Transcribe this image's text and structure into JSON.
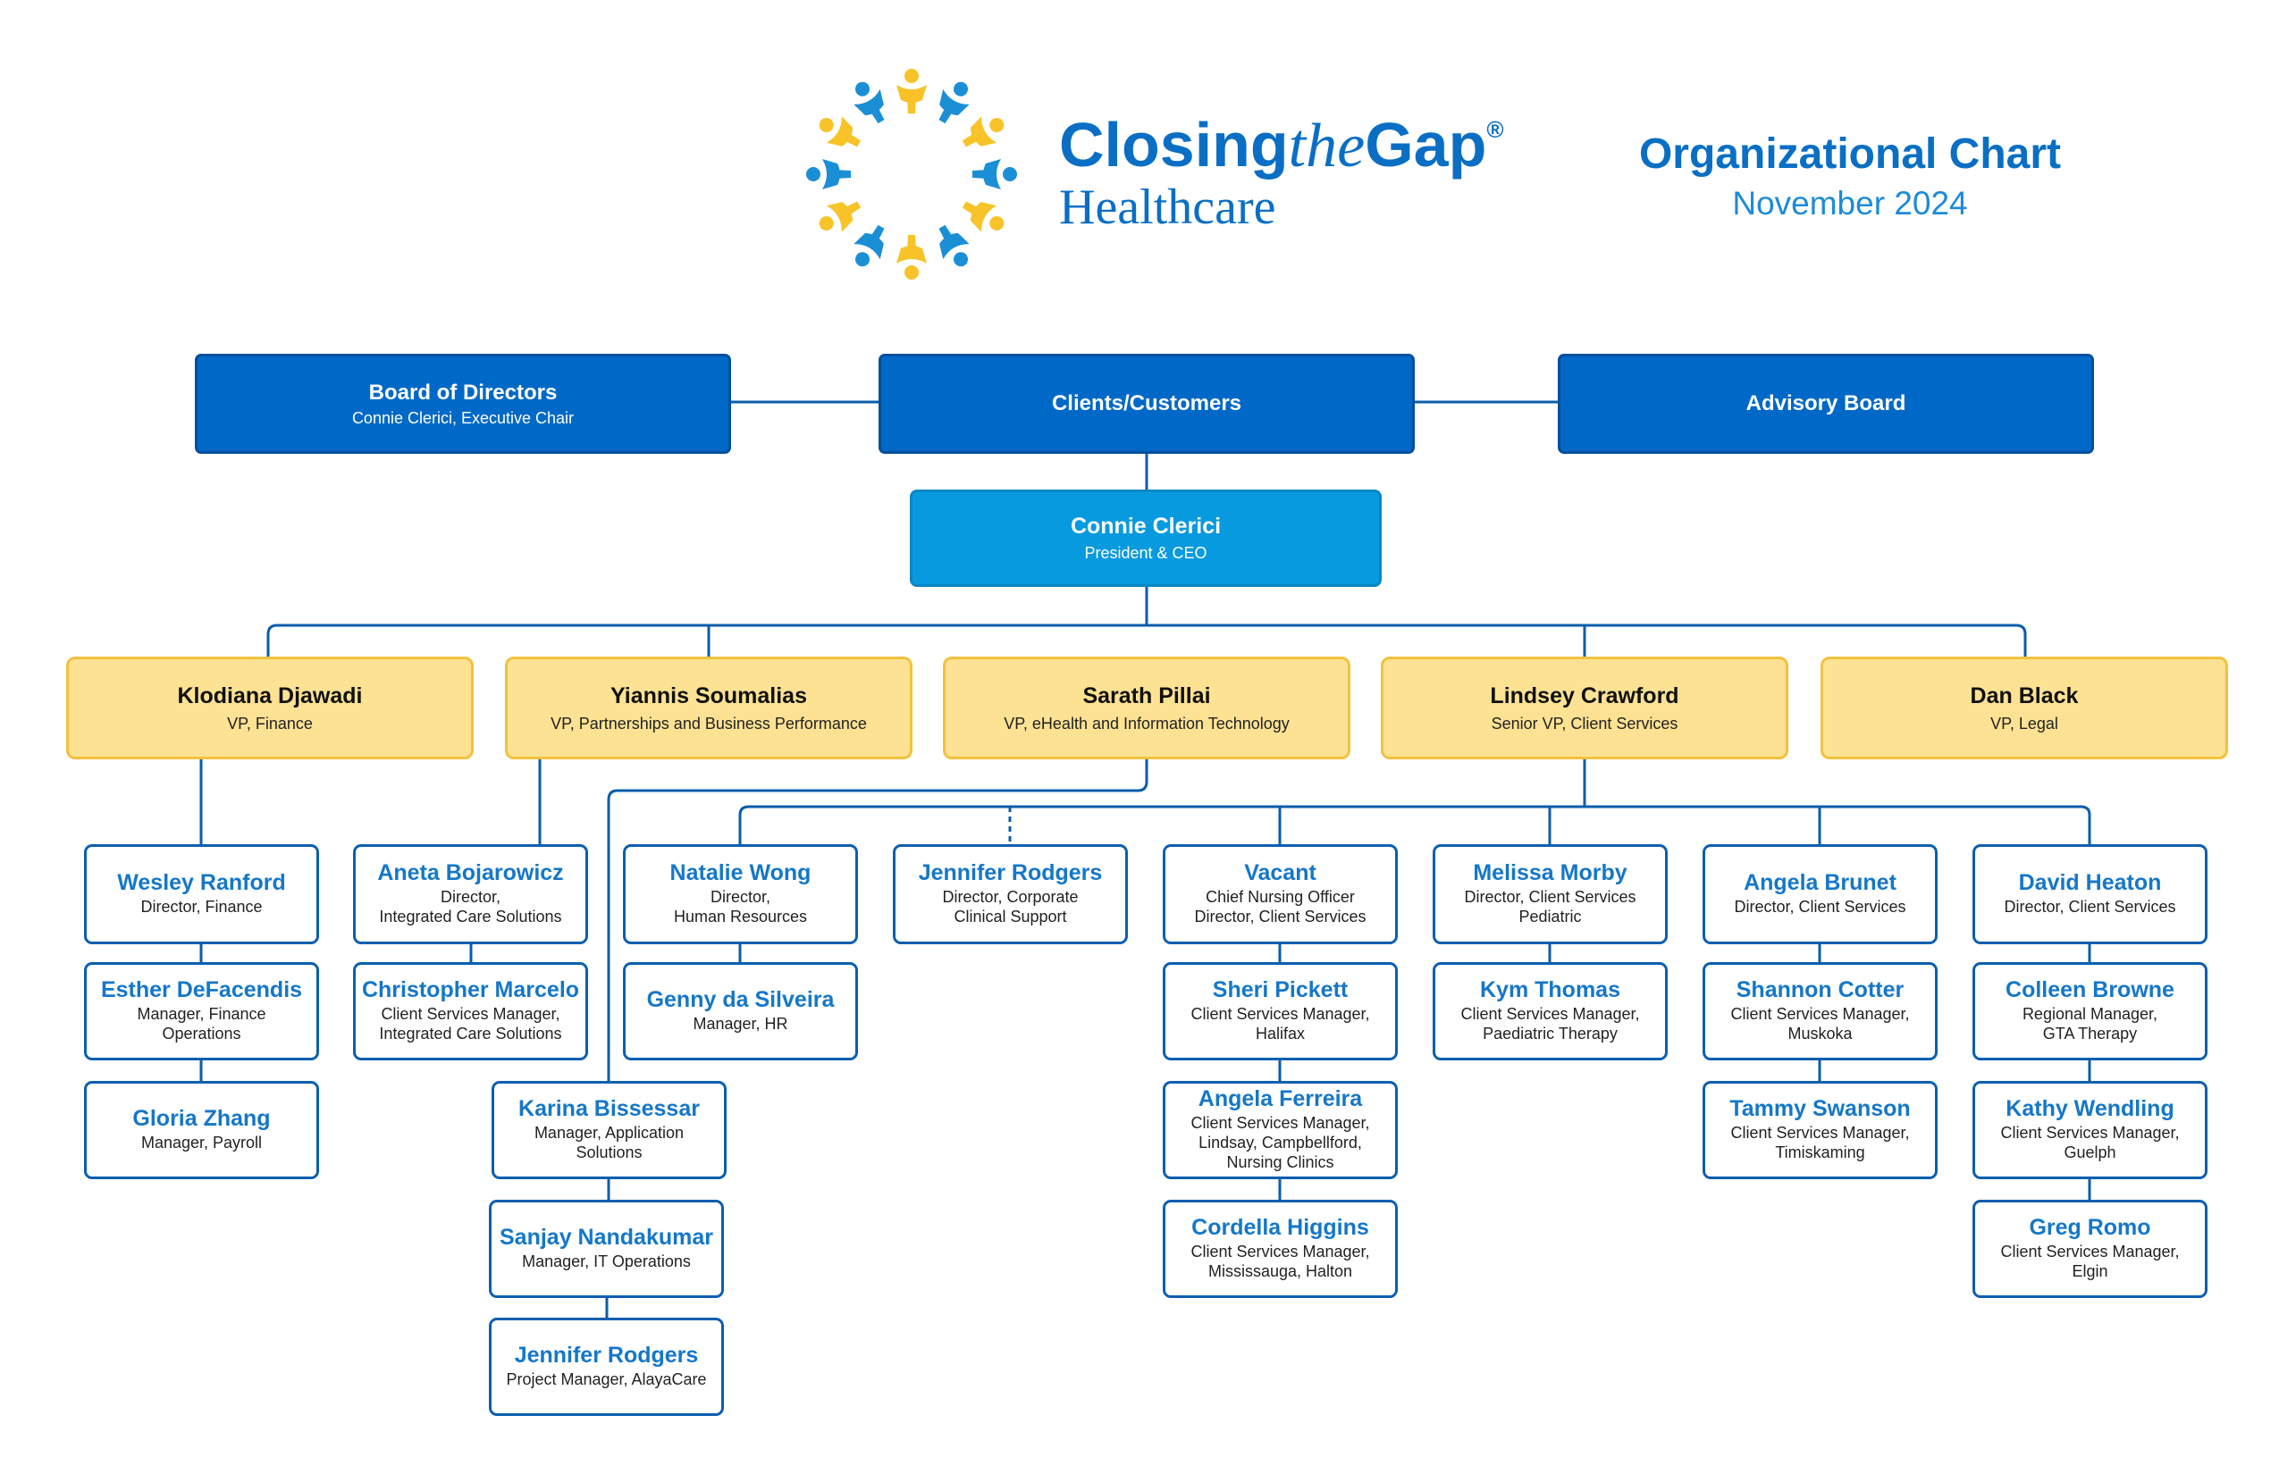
{
  "brand": {
    "name_1": "Closing",
    "name_2": "the",
    "name_3": "Gap",
    "registered": "®",
    "subtitle": "Healthcare"
  },
  "chart_title": "Organizational Chart",
  "chart_date": "November 2024",
  "colors": {
    "blue_dark": "#0069c7",
    "blue_ceo": "#079ade",
    "yellow": "#fde293",
    "yellow_border": "#f2c23e",
    "line": "#0a5dab",
    "name_text": "#1577c8",
    "logo_blue": "#1b8fd6",
    "logo_yellow": "#f7c328"
  },
  "top": {
    "board": {
      "name": "Board of Directors",
      "role": "Connie Clerici, Executive Chair"
    },
    "clients": {
      "name": "Clients/Customers"
    },
    "advisory": {
      "name": "Advisory Board"
    }
  },
  "ceo": {
    "name": "Connie Clerici",
    "role": "President & CEO"
  },
  "vps": {
    "finance": {
      "name": "Klodiana Djawadi",
      "role": "VP, Finance"
    },
    "partnerships": {
      "name": "Yiannis Soumalias",
      "role": "VP, Partnerships and Business Performance"
    },
    "ehealth": {
      "name": "Sarath Pillai",
      "role": "VP, eHealth and Information Technology"
    },
    "client_services": {
      "name": "Lindsey Crawford",
      "role": "Senior VP, Client Services"
    },
    "legal": {
      "name": "Dan Black",
      "role": "VP, Legal"
    }
  },
  "staff": {
    "wesley": {
      "name": "Wesley Ranford",
      "role": "Director, Finance"
    },
    "esther": {
      "name": "Esther DeFacendis",
      "role": "Manager, Finance\nOperations"
    },
    "gloria": {
      "name": "Gloria Zhang",
      "role": "Manager, Payroll"
    },
    "aneta": {
      "name": "Aneta Bojarowicz",
      "role": "Director,\nIntegrated Care Solutions"
    },
    "christopher": {
      "name": "Christopher Marcelo",
      "role": "Client Services Manager,\nIntegrated Care Solutions"
    },
    "karina": {
      "name": "Karina Bissessar",
      "role": "Manager, Application\nSolutions"
    },
    "sanjay": {
      "name": "Sanjay Nandakumar",
      "role": "Manager, IT Operations"
    },
    "jennifer_pm": {
      "name": "Jennifer Rodgers",
      "role": "Project Manager, AlayaCare"
    },
    "natalie": {
      "name": "Natalie Wong",
      "role": "Director,\nHuman Resources"
    },
    "genny": {
      "name": "Genny da Silveira",
      "role": "Manager, HR"
    },
    "jennifer_dir": {
      "name": "Jennifer Rodgers",
      "role": "Director, Corporate\nClinical Support"
    },
    "vacant": {
      "name": "Vacant",
      "role": "Chief Nursing Officer\nDirector, Client Services"
    },
    "sheri": {
      "name": "Sheri Pickett",
      "role": "Client Services Manager,\nHalifax"
    },
    "angela_f": {
      "name": "Angela Ferreira",
      "role": "Client Services Manager,\nLindsay, Campbellford,\nNursing Clinics"
    },
    "cordella": {
      "name": "Cordella Higgins",
      "role": "Client Services Manager,\nMississauga, Halton"
    },
    "melissa": {
      "name": "Melissa Morby",
      "role": "Director, Client Services\nPediatric"
    },
    "kym": {
      "name": "Kym Thomas",
      "role": "Client Services Manager,\nPaediatric Therapy"
    },
    "angela_b": {
      "name": "Angela Brunet",
      "role": "Director, Client Services"
    },
    "shannon": {
      "name": "Shannon Cotter",
      "role": "Client Services Manager,\nMuskoka"
    },
    "tammy": {
      "name": "Tammy Swanson",
      "role": "Client Services Manager,\nTimiskaming"
    },
    "david": {
      "name": "David Heaton",
      "role": "Director, Client Services"
    },
    "colleen": {
      "name": "Colleen Browne",
      "role": "Regional Manager,\nGTA Therapy"
    },
    "kathy": {
      "name": "Kathy Wendling",
      "role": "Client Services Manager,\nGuelph"
    },
    "greg": {
      "name": "Greg Romo",
      "role": "Client Services Manager,\nElgin"
    }
  }
}
